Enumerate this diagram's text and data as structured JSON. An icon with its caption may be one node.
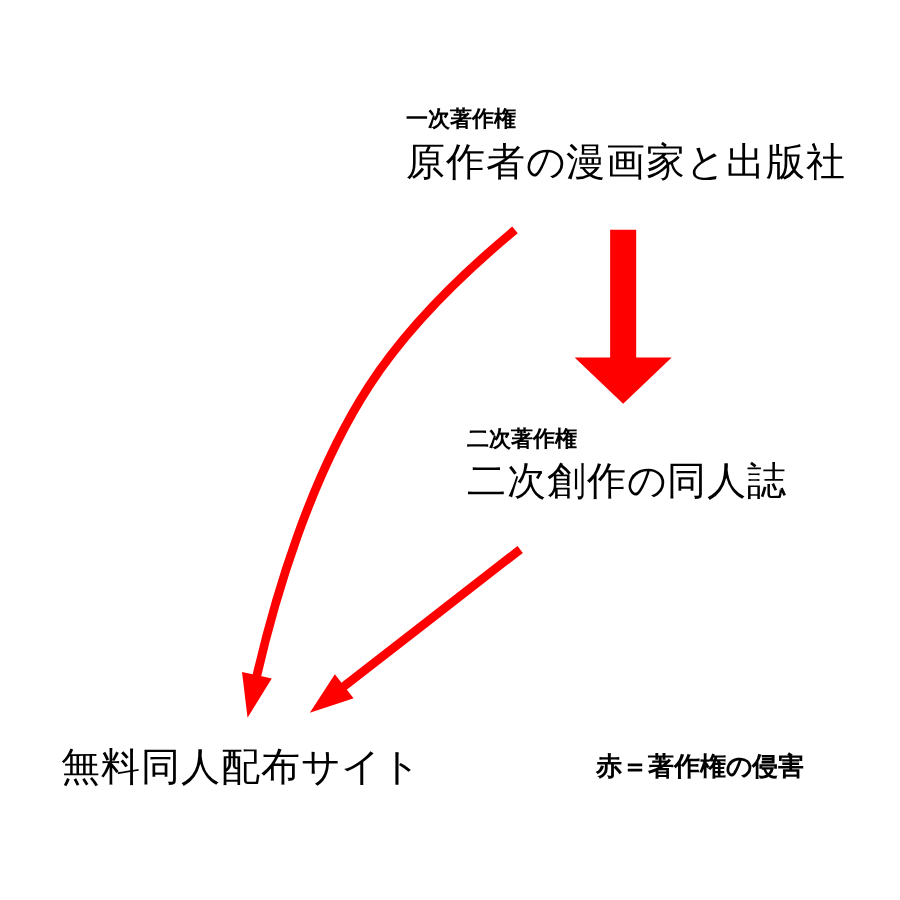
{
  "diagram": {
    "nodes": [
      {
        "text": [
          "一次著作権",
          "原作者の漫画家と出版社"
        ]
      },
      {
        "text": [
          "二次著作権",
          "二次創作の同人誌"
        ]
      },
      {
        "text": [
          "無料同人配布サイト"
        ]
      }
    ],
    "edges": [
      {
        "from": 0,
        "to": 2,
        "arrow": "to"
      },
      {
        "from": 0,
        "to": 1,
        "arrow": "to",
        "style": "thick"
      },
      {
        "from": 1,
        "to": 2,
        "arrow": "to"
      }
    ],
    "labels": [
      "赤＝著作権の侵害"
    ]
  }
}
